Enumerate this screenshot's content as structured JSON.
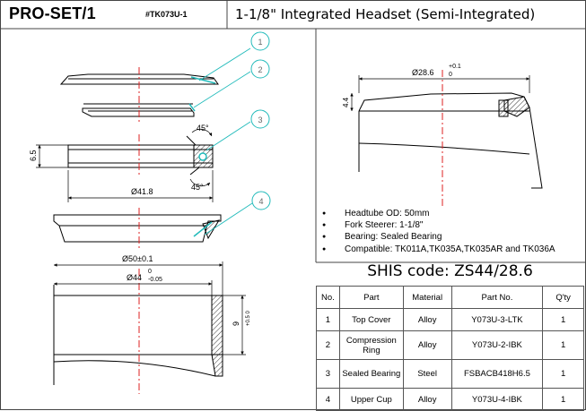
{
  "header": {
    "model": "PRO-SET/1",
    "code": "#TK073U-1",
    "title": "1-1/8\" Integrated Headset (Semi-Integrated)"
  },
  "callouts": [
    "1",
    "2",
    "3",
    "4"
  ],
  "dimensions": {
    "angle_top": "45°",
    "angle_bottom": "45°",
    "height_65": "6.5",
    "bearing_dia": "Ø41.8",
    "cup_od": "Ø28.6",
    "cup_tol_upper": "+0.1",
    "cup_tol_lower": "0",
    "cup_height": "4.4",
    "bore_dia": "Ø50±0.1",
    "seat_dia": "Ø44",
    "seat_tol_upper": "0",
    "seat_tol_lower": "-0.05",
    "depth": "9",
    "depth_tol": "+0.5  0"
  },
  "specs": [
    "Headtube OD: 50mm",
    "Fork Steerer: 1-1/8\"",
    "Bearing: Sealed Bearing",
    "Compatible: TK011A,TK035A,TK035AR and TK036A"
  ],
  "shis": "SHIS code: ZS44/28.6",
  "table": {
    "headers": [
      "No.",
      "Part",
      "Material",
      "Part No.",
      "Q'ty"
    ],
    "rows": [
      {
        "no": "1",
        "part": "Top Cover",
        "material": "Alloy",
        "part_no": "Y073U-3-LTK",
        "qty": "1"
      },
      {
        "no": "2",
        "part": "Compression Ring",
        "material": "Alloy",
        "part_no": "Y073U-2-IBK",
        "qty": "1"
      },
      {
        "no": "3",
        "part": "Sealed Bearing",
        "material": "Steel",
        "part_no": "FSBACB418H6.5",
        "qty": "1"
      },
      {
        "no": "4",
        "part": "Upper Cup",
        "material": "Alloy",
        "part_no": "Y073U-4-IBK",
        "qty": "1"
      }
    ]
  }
}
